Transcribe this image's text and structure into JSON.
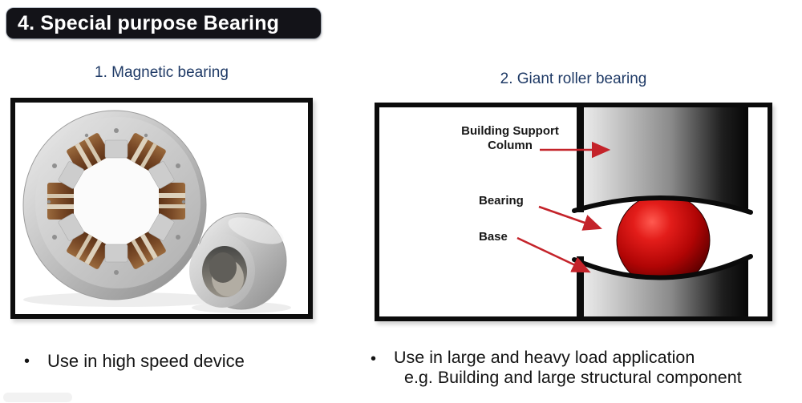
{
  "slide": {
    "title": "4. Special purpose Bearing",
    "bullet_glyph": "•"
  },
  "left_panel": {
    "subtitle": "1. Magnetic bearing",
    "photo": "magnetic bearing ring with six copper stator coils and steel inner sleeve",
    "bullet": "Use in high speed device"
  },
  "right_panel": {
    "subtitle": "2. Giant roller bearing",
    "diagram": {
      "labels": {
        "column": "Building Support Column",
        "bearing": "Bearing",
        "base": "Base"
      }
    },
    "bullet_line1": "Use in large and heavy load application",
    "bullet_line2": "e.g. Building and large structural component"
  },
  "colors": {
    "title_bg": "#131318",
    "subtitle_navy": "#1f3a66",
    "arrow_red": "#c4232a",
    "ball_red": "#cc0f0f",
    "frame_black": "#0d0d0d"
  }
}
